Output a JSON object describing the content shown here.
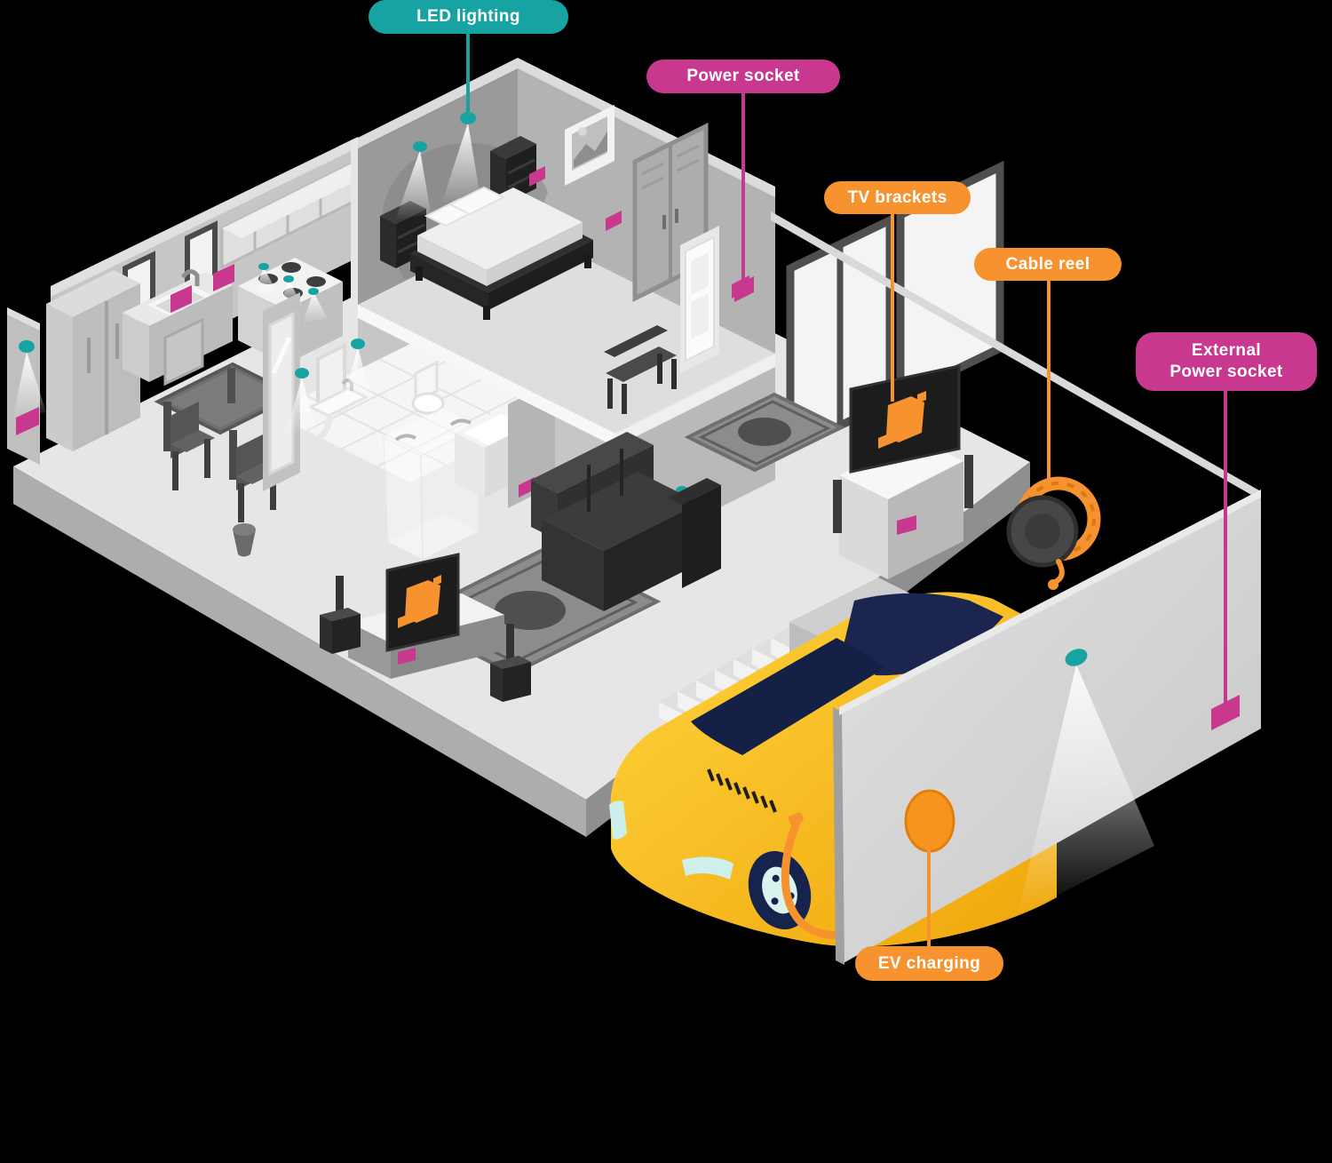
{
  "background": "#000000",
  "colors": {
    "teal": "#18A3A3",
    "magenta": "#C9388F",
    "orange": "#F7932F",
    "car_yellow": "#F7B919",
    "car_navy": "#1B2550",
    "wall_gray": "#C9C9C9",
    "floor_gray": "#E6E6E6"
  },
  "labels": [
    {
      "id": "led-lighting",
      "text": "LED lighting",
      "color": "teal"
    },
    {
      "id": "power-socket",
      "text": "Power socket",
      "color": "magenta"
    },
    {
      "id": "tv-brackets",
      "text": "TV brackets",
      "color": "orange"
    },
    {
      "id": "cable-reel",
      "text": "Cable reel",
      "color": "orange"
    },
    {
      "id": "external-power-socket",
      "text": "External\nPower socket",
      "color": "magenta"
    },
    {
      "id": "ev-charging",
      "text": "EV charging",
      "color": "orange"
    }
  ],
  "icons": {
    "led_light": "teal-dot-with-light-cone",
    "power_socket": "magenta-wall-marker",
    "tv_bracket": "orange-bracket-glyph",
    "cable_reel": "orange-reel",
    "ev_charger": "orange-oval-with-cable"
  }
}
